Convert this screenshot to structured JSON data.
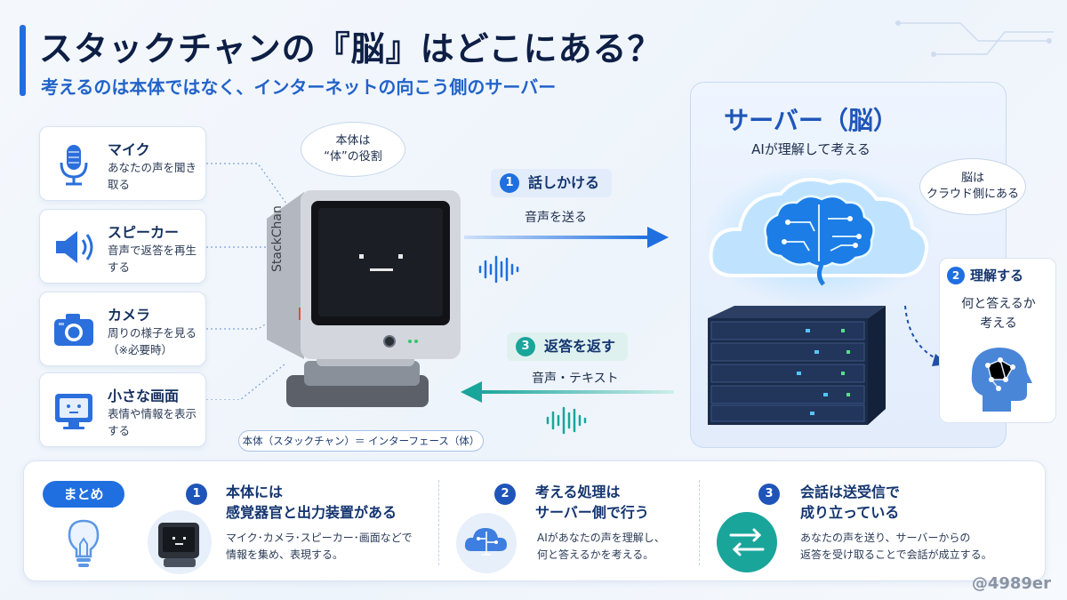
{
  "header": {
    "title": "スタックチャンの『脳』はどこにある？",
    "subtitle": "考えるのは本体ではなく、インターネットの向こう側のサーバー"
  },
  "parts": [
    {
      "title": "マイク",
      "desc": "あなたの声を聞き取る",
      "icon": "microphone-icon"
    },
    {
      "title": "スピーカー",
      "desc": "音声で返答を再生する",
      "icon": "speaker-icon"
    },
    {
      "title": "カメラ",
      "desc": "周りの様子を見る（※必要時）",
      "icon": "camera-icon"
    },
    {
      "title": "小さな画面",
      "desc": "表情や情報を表示する",
      "icon": "screen-icon"
    }
  ],
  "robot": {
    "bubble_line1": "本体は",
    "bubble_line2": "“体”の役割",
    "brand": "StackChan",
    "label": "本体（スタックチャン）＝ インターフェース（体）"
  },
  "flow": {
    "step1": {
      "num": "1",
      "label": "話しかける",
      "detail": "音声を送る"
    },
    "step3": {
      "num": "3",
      "label": "返答を返す",
      "detail": "音声・テキスト"
    }
  },
  "server": {
    "title": "サーバー（脳）",
    "subtitle": "AIが理解して考える",
    "bubble_line1": "脳は",
    "bubble_line2": "クラウド側にある",
    "step2": {
      "num": "2",
      "label": "理解する",
      "line1": "何と答えるか",
      "line2": "考える"
    }
  },
  "summary": {
    "tag": "まとめ",
    "items": [
      {
        "num": "1",
        "head1": "本体には",
        "head2": "感覚器官と出力装置がある",
        "desc1": "マイク･カメラ･スピーカー･画面などで",
        "desc2": "情報を集め、表現する。"
      },
      {
        "num": "2",
        "head1": "考える処理は",
        "head2": "サーバー側で行う",
        "desc1": "AIがあなたの声を理解し、",
        "desc2": "何と答えるかを考える。"
      },
      {
        "num": "3",
        "head1": "会話は送受信で",
        "head2": "成り立っている",
        "desc1": "あなたの声を送り、サーバーからの",
        "desc2": "返答を受け取ることで会話が成立する。"
      }
    ]
  },
  "credit": "@4989er",
  "colors": {
    "accent": "#1f6fe0",
    "teal": "#1aa59b",
    "navy": "#0e1f45"
  }
}
